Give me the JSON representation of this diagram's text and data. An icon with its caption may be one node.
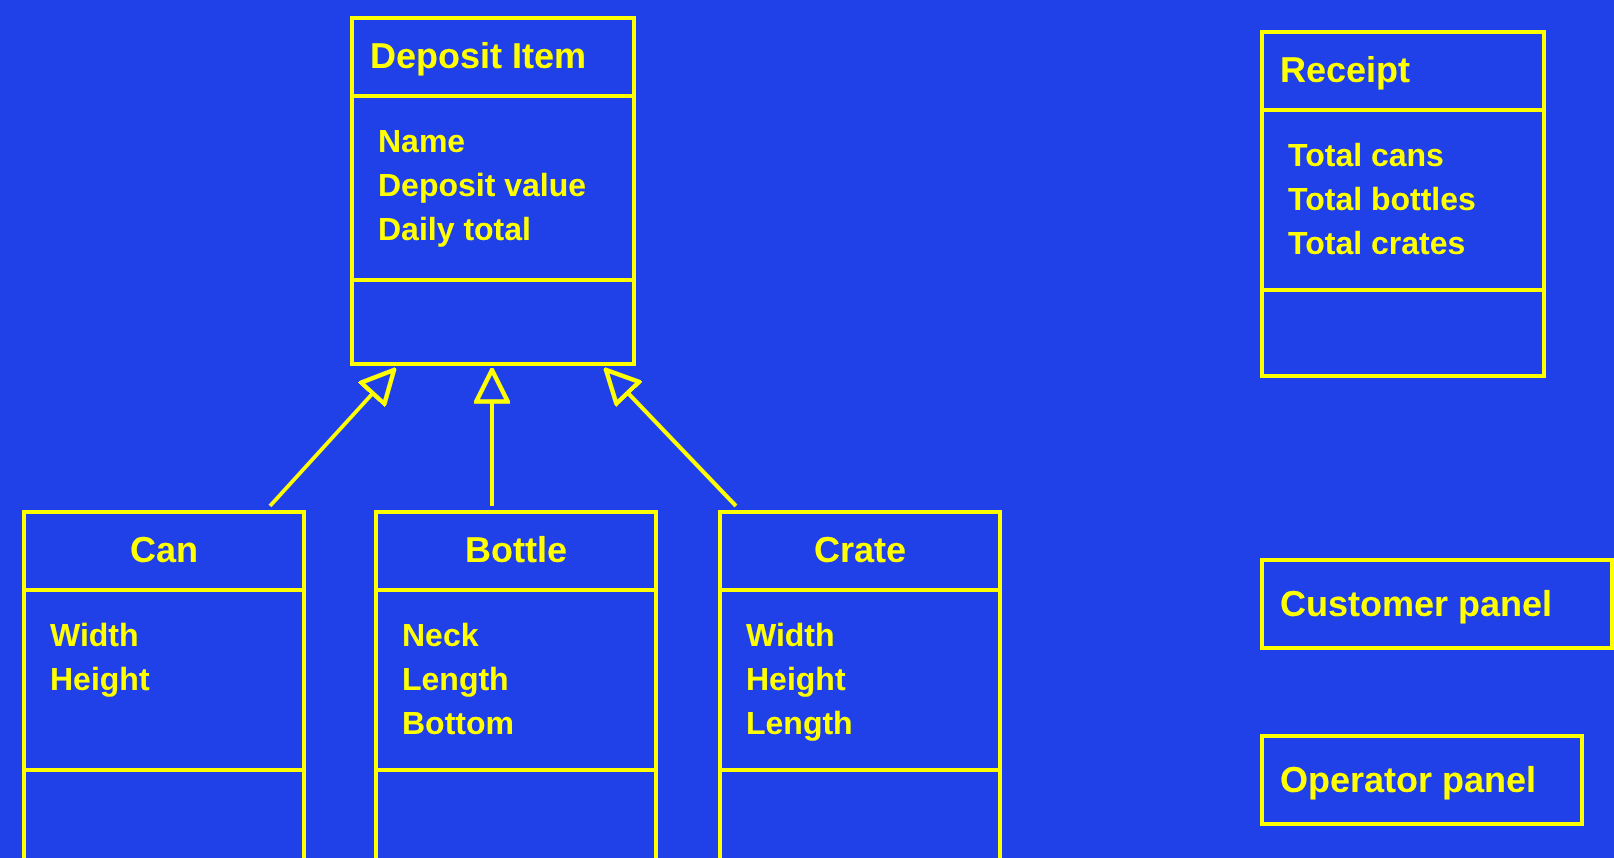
{
  "diagram": {
    "nodes": [
      {
        "text": [
          "Deposit Item",
          "Name",
          "Deposit value",
          "Daily total"
        ]
      },
      {
        "text": [
          "Receipt",
          "Total cans",
          "Total bottles",
          "Total crates"
        ]
      },
      {
        "text": [
          "Can",
          "Width",
          "Height"
        ]
      },
      {
        "text": [
          "Bottle",
          "Neck",
          "Length",
          "Bottom"
        ]
      },
      {
        "text": [
          "Crate",
          "Width",
          "Height",
          "Length"
        ]
      },
      {
        "text": [
          "Customer panel"
        ]
      },
      {
        "text": [
          "Operator panel"
        ]
      }
    ],
    "edges": [
      {
        "from": 2,
        "to": 0,
        "arrow": "to"
      },
      {
        "from": 3,
        "to": 0,
        "arrow": "to"
      },
      {
        "from": 4,
        "to": 0,
        "arrow": "to"
      }
    ]
  }
}
